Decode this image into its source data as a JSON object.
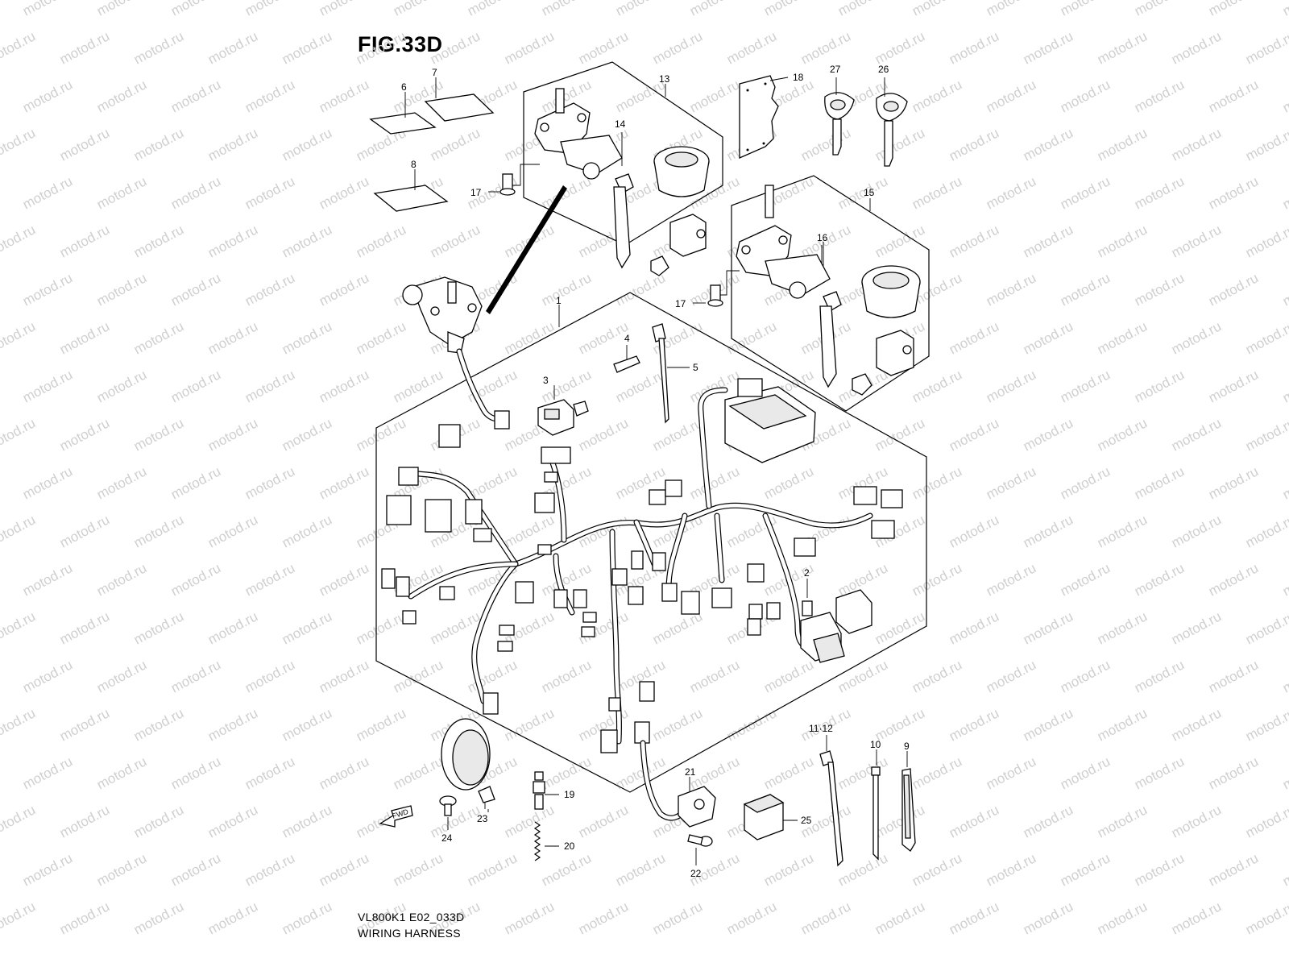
{
  "figure": {
    "title": "FIG.33D",
    "code": "VL800K1 E02_033D",
    "name": "WIRING HARNESS",
    "watermark": "motod.ru",
    "fwd_label": "FWD"
  },
  "callouts": [
    "1",
    "2",
    "3",
    "4",
    "5",
    "6",
    "7",
    "8",
    "9",
    "10",
    "11·12",
    "13",
    "14",
    "15",
    "16",
    "17",
    "17",
    "18",
    "19",
    "20",
    "21",
    "22",
    "23",
    "24",
    "25",
    "26",
    "27"
  ]
}
